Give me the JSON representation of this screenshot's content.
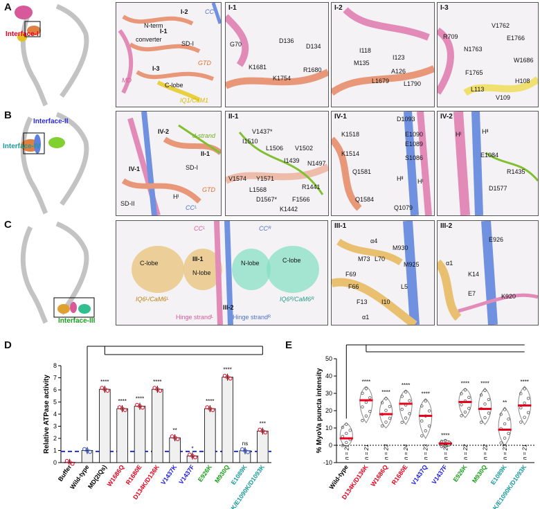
{
  "panels": {
    "A": {
      "letter": "A",
      "interface_label": "Interface-I",
      "overview_labels": {
        "i1": "I-1",
        "i2": "I-2",
        "i3": "I-3",
        "nterm": "N-term",
        "converter": "converter",
        "sd1": "SD-I",
        "gtd": "GTD",
        "md": "MD",
        "clobe": "C-lobe",
        "iq": "IQ1/CaM1",
        "cc": "CC"
      },
      "details": [
        {
          "tag": "I-1",
          "residues": [
            "G70",
            "D136",
            "D134",
            "K1681",
            "K1754",
            "R1680"
          ]
        },
        {
          "tag": "I-2",
          "residues": [
            "I118",
            "I123",
            "M135",
            "A126",
            "L1679",
            "L1790"
          ]
        },
        {
          "tag": "I-3",
          "residues": [
            "V1762",
            "R709",
            "E1766",
            "N1763",
            "W1686",
            "F1765",
            "H108",
            "L113",
            "V109"
          ]
        }
      ]
    },
    "B": {
      "letter": "B",
      "interface_labels": [
        "Interface-II",
        "Interface-IV"
      ],
      "overview_labels": {
        "iv2": "IV-2",
        "ii1": "II-1",
        "iv1": "IV-1",
        "dstrand": "d-strand",
        "sd1": "SD-I",
        "sd2": "SD-II",
        "gtd": "GTD",
        "hi": "Hᴵ",
        "cc": "CCᴸ"
      },
      "details": [
        {
          "tag": "II-1",
          "residues": [
            "V1437*",
            "I1510",
            "L1506",
            "V1502",
            "I1439",
            "N1497",
            "V1574",
            "Y1571",
            "L1568",
            "R1441",
            "D1567*",
            "F1566",
            "K1442"
          ]
        },
        {
          "tag": "IV-1",
          "residues": [
            "D1093",
            "K1518",
            "E1090",
            "E1089",
            "K1514",
            "S1086",
            "Q1581",
            "Q1584",
            "Q1079",
            "Hᴵᴵ",
            "Hᴵ"
          ]
        },
        {
          "tag": "IV-2",
          "residues": [
            "Hᴵ",
            "Hᴵᴵ",
            "E1084",
            "R1435",
            "D1577"
          ]
        }
      ]
    },
    "C": {
      "letter": "C",
      "interface_label": "Interface-III",
      "overview_labels": {
        "iii1": "III-1",
        "iii2": "III-2",
        "clobeL": "C-lobe",
        "nlobeL": "N-lobe",
        "nlobeR": "N-lobe",
        "clobeR": "C-lobe",
        "iq6l": "IQ6ᴸ/CaM6ᴸ",
        "iq6r": "IQ6ᴿ/CaM6ᴿ",
        "hingeL": "Hinge strandᴸ",
        "hingeR": "Hinge strandᴿ",
        "ccL": "CCᴸ",
        "ccR": "CCᴿ"
      },
      "details": [
        {
          "tag": "III-1",
          "residues": [
            "α4",
            "M930",
            "M73",
            "L70",
            "M925",
            "F69",
            "F66",
            "L5",
            "F13",
            "I10",
            "α1"
          ]
        },
        {
          "tag": "III-2",
          "residues": [
            "E926",
            "α1",
            "K14",
            "E7",
            "K920"
          ]
        }
      ]
    },
    "D": {
      "letter": "D",
      "significance": [
        "****",
        "****",
        "****",
        "****",
        "**",
        "*",
        "****",
        "****",
        "ns",
        "***"
      ]
    },
    "E": {
      "letter": "E",
      "significance": [
        "****",
        "****",
        "****",
        "****",
        "****",
        "****",
        "****",
        "**",
        "****"
      ],
      "n_labels": [
        "n = 21",
        "n = 21",
        "n = 23",
        "n = 24",
        "n = 23",
        "n = 23",
        "n = 22",
        "n = 22",
        "n = 23",
        "n = 21"
      ]
    }
  },
  "chart_data": [
    {
      "type": "bar",
      "ylabel": "Relative ATPase activity",
      "ylim": [
        0,
        8
      ],
      "yticks": [
        0,
        1,
        2,
        3,
        4,
        5,
        6,
        7,
        8
      ],
      "categories": [
        "Buffer",
        "Wild-type",
        "MD(2IQs)",
        "W1686Q",
        "R1680E",
        "D134K/D136K",
        "V1437K",
        "V1437F",
        "E926K",
        "M930Q",
        "E1089K",
        "E1089K/E1090K/D1093K"
      ],
      "category_colors": [
        "#000000",
        "#000000",
        "#000000",
        "#e8001c",
        "#e8001c",
        "#e8001c",
        "#1a1ae6",
        "#1a1ae6",
        "#1aa01a",
        "#1aa01a",
        "#1a9a9a",
        "#1a9a9a"
      ],
      "values": [
        0.02,
        1.0,
        6.05,
        4.45,
        4.65,
        6.05,
        2.05,
        0.55,
        4.45,
        7.05,
        0.98,
        2.6
      ],
      "bar_colors": [
        "#b0b0b0",
        "#f0f0f0",
        "#f0f0f0",
        "#f0f0f0",
        "#f0f0f0",
        "#f0f0f0",
        "#f0f0f0",
        "#f0f0f0",
        "#f0f0f0",
        "#f0f0f0",
        "#f0f0f0",
        "#f0f0f0"
      ],
      "dot_colors": [
        "#e8001c",
        "#2a4bd7",
        "#e8001c",
        "#e8001c",
        "#e8001c",
        "#e8001c",
        "#e8001c",
        "#e8001c",
        "#e8001c",
        "#e8001c",
        "#2a4bd7",
        "#e8001c"
      ],
      "reference_line": 0.92,
      "reference_color": "#1f2fd0"
    },
    {
      "type": "violin",
      "ylabel": "% MyoVa puncta intensity",
      "ylim": [
        -10,
        50
      ],
      "yticks": [
        -10,
        0,
        10,
        20,
        30,
        40,
        50
      ],
      "categories": [
        "Wild-type",
        "D134K/D136K",
        "W1686Q",
        "R1680E",
        "V1437Q",
        "V1437F",
        "E926K",
        "M930Q",
        "E1089K",
        "E1089K/E1090K/D1093K"
      ],
      "category_colors": [
        "#000000",
        "#e8001c",
        "#e8001c",
        "#e8001c",
        "#1a1ae6",
        "#1a1ae6",
        "#1aa01a",
        "#1aa01a",
        "#1a9a9a",
        "#1a9a9a"
      ],
      "medians": [
        4,
        26,
        18,
        24,
        17,
        1,
        25,
        21,
        9,
        23
      ],
      "ranges": [
        [
          -1,
          13
        ],
        [
          13,
          34
        ],
        [
          10,
          28
        ],
        [
          12,
          32
        ],
        [
          4,
          27
        ],
        [
          -1,
          3
        ],
        [
          16,
          33
        ],
        [
          12,
          33
        ],
        [
          0,
          22
        ],
        [
          12,
          34
        ]
      ],
      "reference_line": 0
    }
  ]
}
